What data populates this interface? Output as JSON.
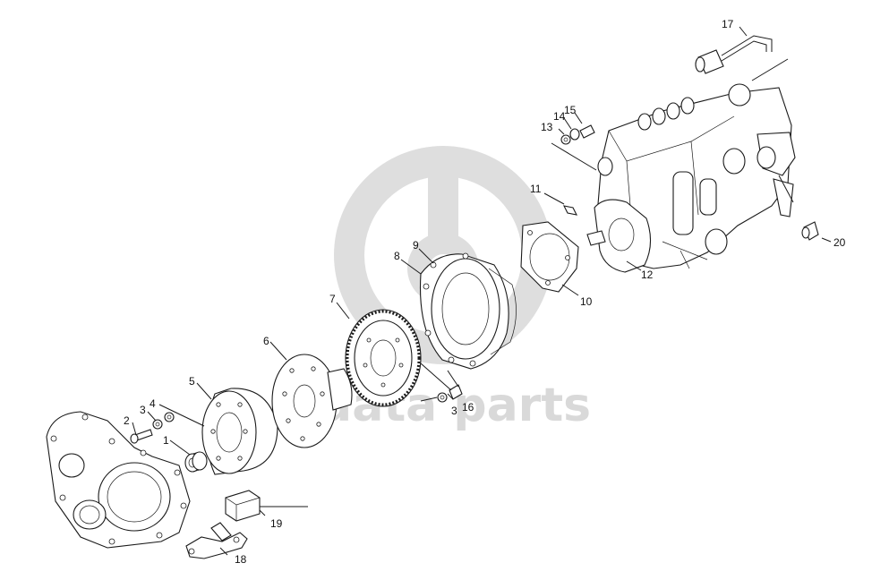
{
  "watermark": {
    "text": "data parts",
    "color": "#d9d9d9"
  },
  "callouts": [
    {
      "id": "c1",
      "text": "1"
    },
    {
      "id": "c2",
      "text": "2"
    },
    {
      "id": "c3a",
      "text": "3"
    },
    {
      "id": "c4",
      "text": "4"
    },
    {
      "id": "c5",
      "text": "5"
    },
    {
      "id": "c6",
      "text": "6"
    },
    {
      "id": "c7",
      "text": "7"
    },
    {
      "id": "c8",
      "text": "8"
    },
    {
      "id": "c9",
      "text": "9"
    },
    {
      "id": "c10",
      "text": "10"
    },
    {
      "id": "c11",
      "text": "11"
    },
    {
      "id": "c12",
      "text": "12"
    },
    {
      "id": "c13",
      "text": "13"
    },
    {
      "id": "c14",
      "text": "14"
    },
    {
      "id": "c15",
      "text": "15"
    },
    {
      "id": "c16",
      "text": "16"
    },
    {
      "id": "c3b",
      "text": "3"
    },
    {
      "id": "c17",
      "text": "17"
    },
    {
      "id": "c18",
      "text": "18"
    },
    {
      "id": "c19",
      "text": "19"
    },
    {
      "id": "c20",
      "text": "20"
    }
  ]
}
